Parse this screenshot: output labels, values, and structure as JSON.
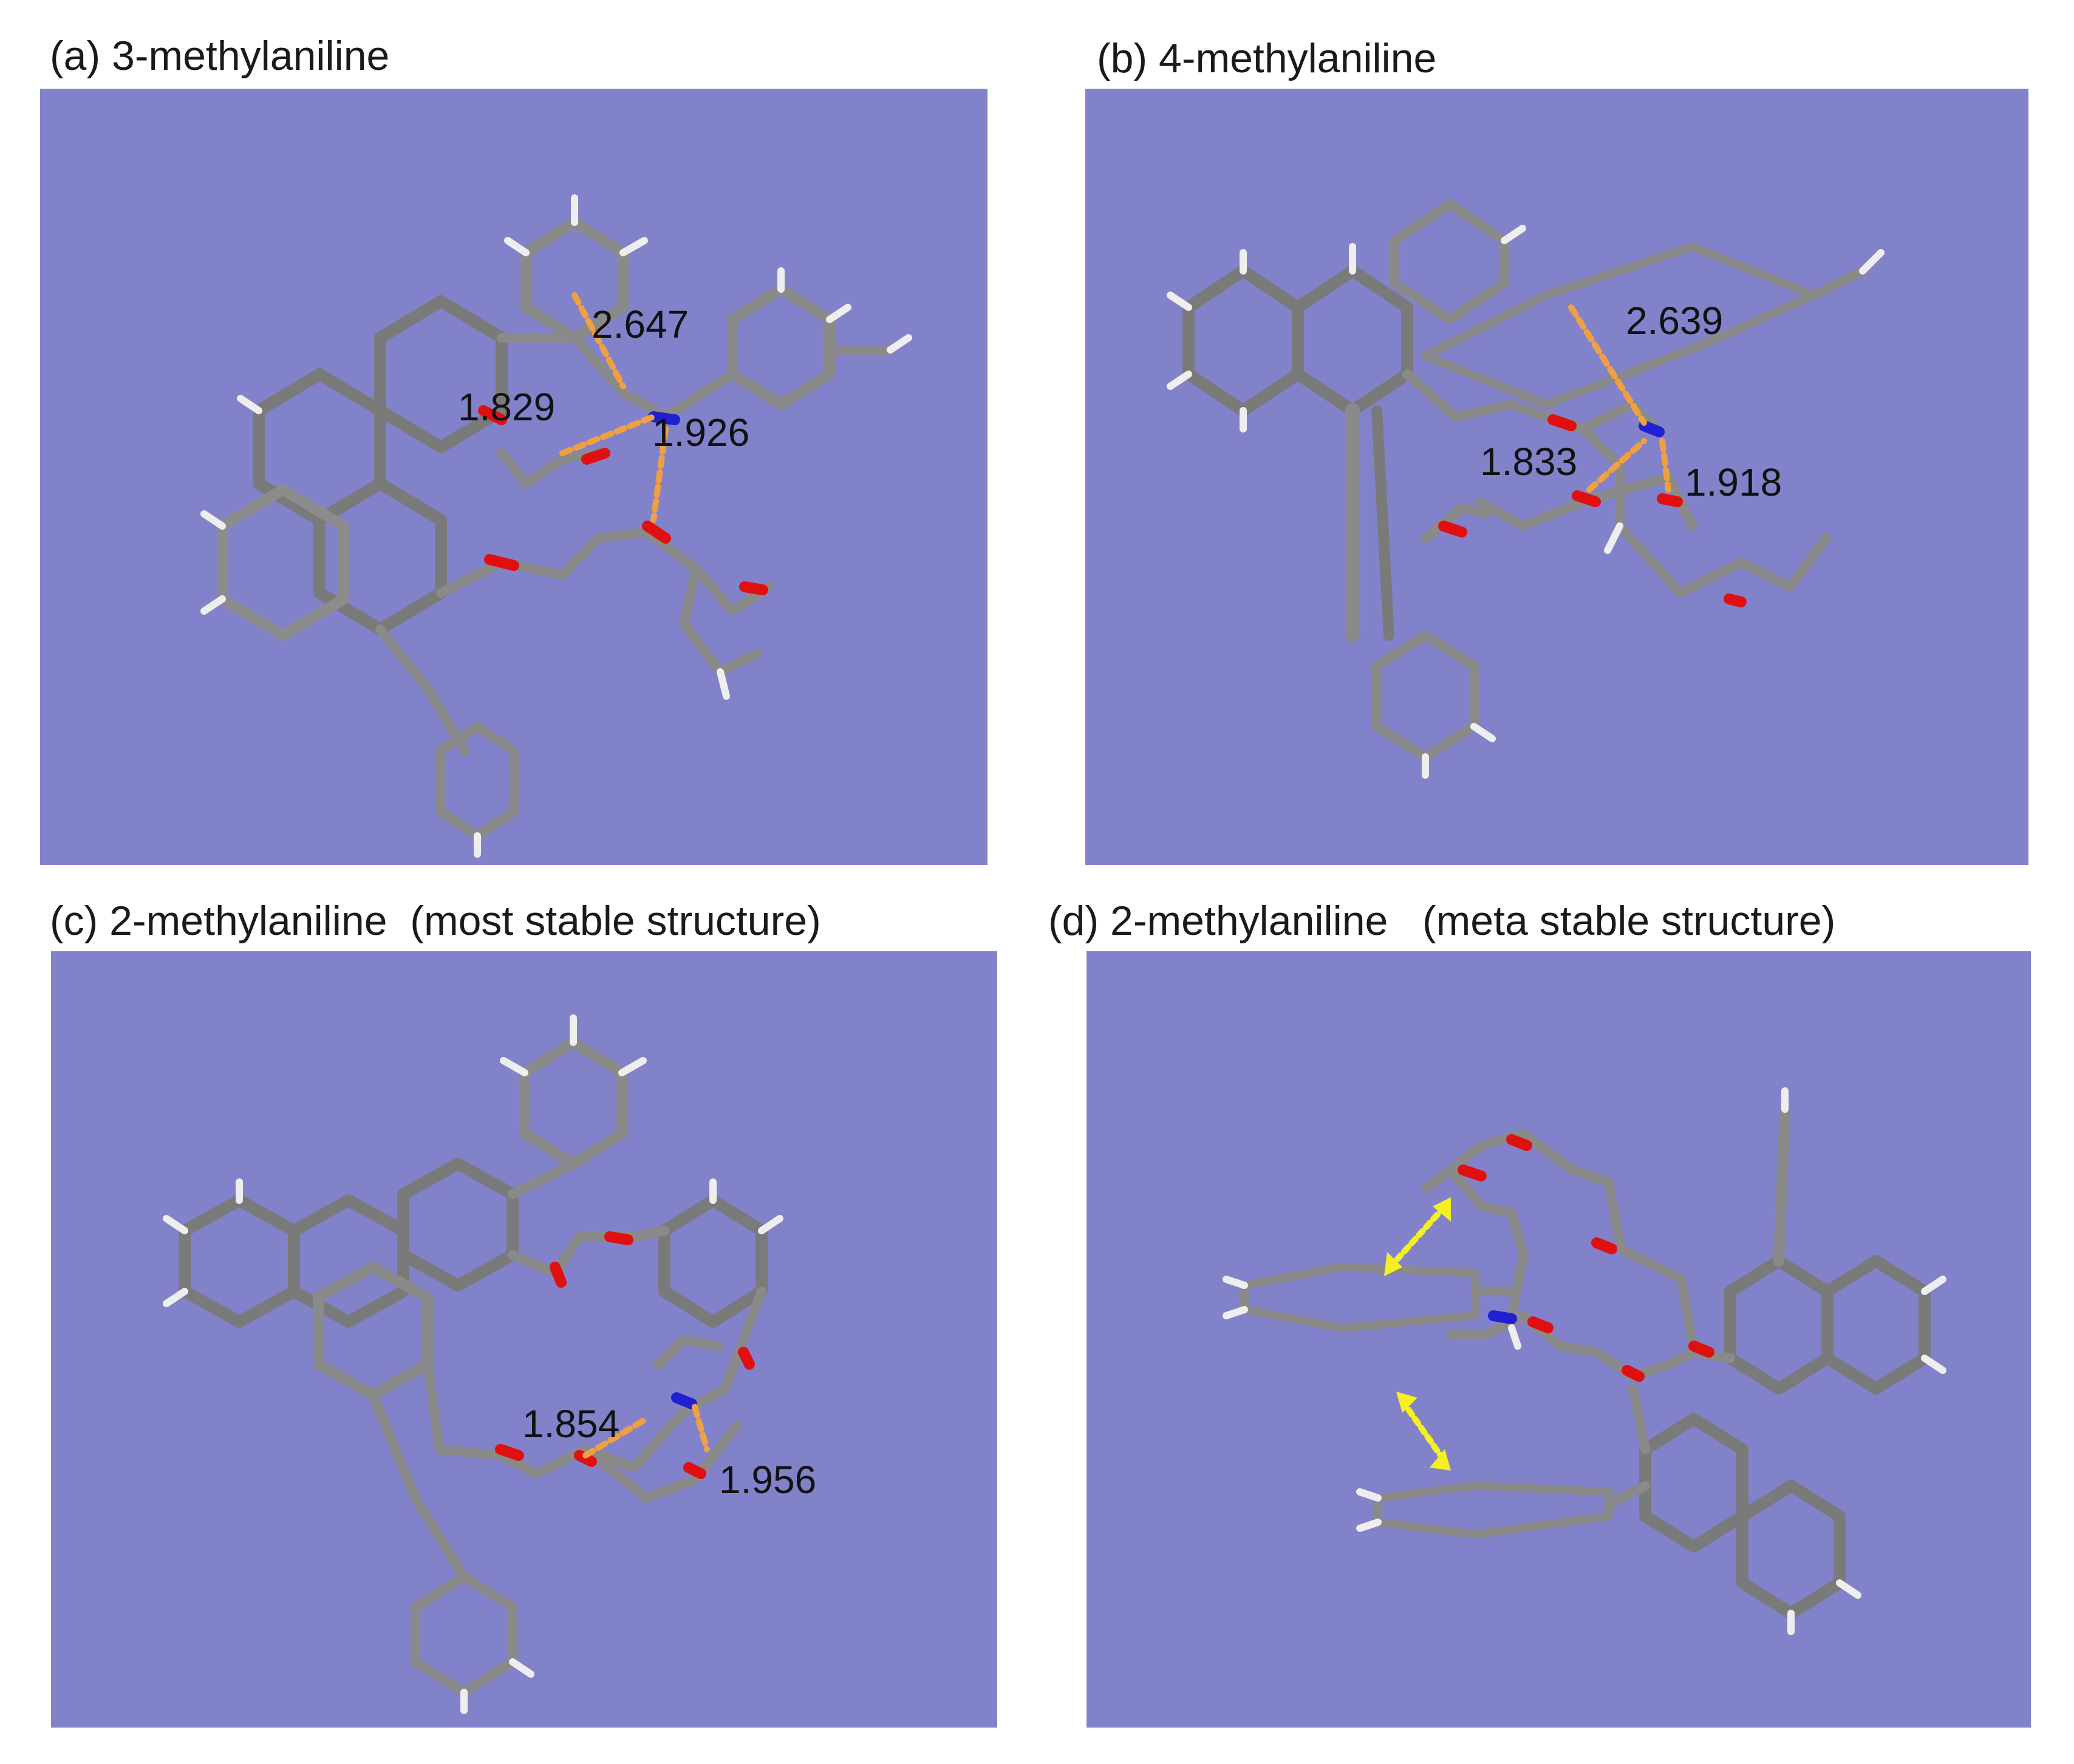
{
  "panels": [
    {
      "caption": "(a) 3-methylaniline",
      "distances": [
        "2.647",
        "1.829",
        "1.926"
      ]
    },
    {
      "caption": "(b) 4-methylaniline",
      "distances": [
        "2.639",
        "1.833",
        "1.918"
      ]
    },
    {
      "caption": "(c) 2-methylaniline  (most stable structure)",
      "distances": [
        "1.854",
        "1.956"
      ]
    },
    {
      "caption": "(d) 2-methylaniline   (meta stable structure)",
      "distances": []
    }
  ],
  "colors": {
    "background": "#8282cb",
    "carbon": "#8a8a8a",
    "hydrogen": "#eeeeee",
    "oxygen": "#e01010",
    "nitrogen": "#2020d0",
    "hbond": "#f0a040",
    "arrow": "#f5f020"
  }
}
